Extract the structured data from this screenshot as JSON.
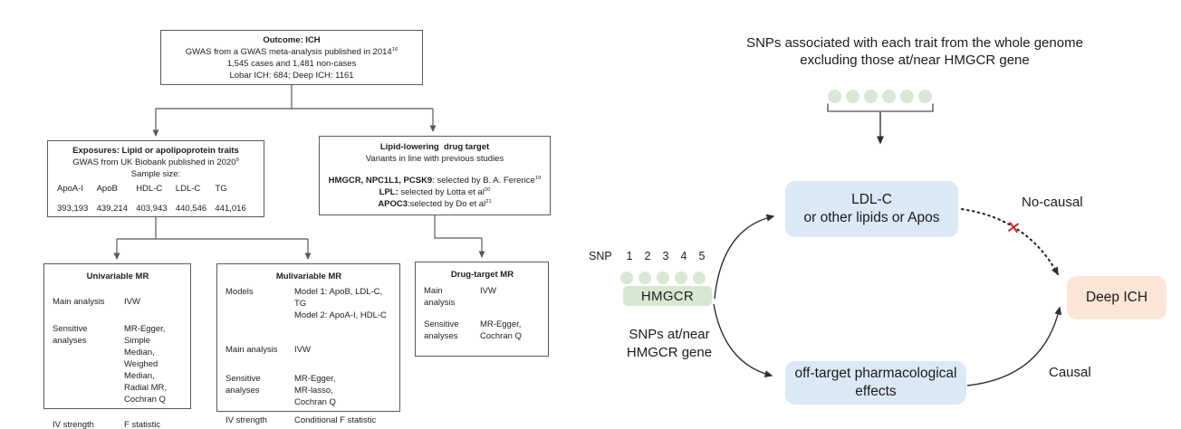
{
  "flowchart": {
    "outcome_box": {
      "title": "Outcome: ICH",
      "line1": "GWAS from a GWAS meta-analysis published in 2014",
      "line1_sup": "16",
      "line2": "1,545 cases and 1,481 non-cases",
      "line3": "Lobar ICH: 684; Deep ICH: 1161"
    },
    "exposures_box": {
      "title": "Exposures: Lipid or apolipoprotein traits",
      "subtitle": "GWAS from UK Biobank published in 2020",
      "subtitle_sup": "9",
      "sample_size_label": "Sample size:",
      "traits": [
        "ApoA-I",
        "ApoB",
        "HDL-C",
        "LDL-C",
        "TG"
      ],
      "sample_sizes": [
        "393,193",
        "439,214",
        "403,943",
        "440,546",
        "441,016"
      ]
    },
    "drug_target_box": {
      "title": "Lipid-lowering  drug target",
      "subtitle": "Variants in line with previous studies",
      "line1_bold": "HMGCR, NPC1L1, PCSK9",
      "line1_rest": ": selected by B. A. Ference",
      "line1_sup": "19",
      "line2_bold": "LPL:",
      "line2_rest": " selected by Lotta et al",
      "line2_sup": "20",
      "line3_bold": "APOC3",
      "line3_rest": ":selected by Do et al",
      "line3_sup": "21"
    },
    "univariable_box": {
      "title": "Univariable MR",
      "rows": [
        {
          "label": "Main analysis",
          "value": "IVW"
        },
        {
          "label": "Sensitive\nanalyses",
          "value": "MR-Egger,\nSimple Median,\nWeighed Median,\nRadial MR,\nCochran Q"
        },
        {
          "label": "IV strength",
          "value": "F statistic"
        }
      ]
    },
    "multivariable_box": {
      "title": "Mulivariable MR",
      "rows": [
        {
          "label": "Models",
          "value": "Model 1: ApoB, LDL-C, TG\nModel 2: ApoA-I, HDL-C"
        },
        {
          "label": "Main analysis",
          "value": "IVW"
        },
        {
          "label": "Sensitive\nanalyses",
          "value": "MR-Egger,\nMR-lasso,\nCochran Q"
        },
        {
          "label": "IV strength",
          "value": "Conditional F statistic"
        }
      ]
    },
    "drug_target_mr_box": {
      "title": "Drug-target MR",
      "rows": [
        {
          "label": "Main\nanalysis",
          "value": "IVW"
        },
        {
          "label": "Sensitive\nanalyses",
          "value": "MR-Egger,\nCochran Q"
        }
      ]
    }
  },
  "dag": {
    "title": "SNPs associated with each trait from the whole genome\nexcluding those at/near HMGCR gene",
    "snp_label": "SNP",
    "snp_numbers": [
      "1",
      "2",
      "3",
      "4",
      "5"
    ],
    "hmgcr_label": "HMGCR",
    "snps_near_label": "SNPs at/near\nHMGCR gene",
    "ldl_box": "LDL-C\nor other lipids or Apos",
    "offtarget_box": "off-target pharmacological\neffects",
    "deep_ich_label": "Deep ICH",
    "no_causal_label": "No-causal",
    "causal_label": "Causal",
    "red_x_glyph": "✕"
  },
  "colors": {
    "snp_green": "#d9e8d1",
    "hmgcr_green": "#d7e7d0",
    "lipid_blue": "#dbe8f5",
    "deep_ich_peach": "#fbe5d7",
    "no_causal_red": "#c42020",
    "flowchart_line_gray": "#595959",
    "dag_line_dark": "#2e2e2e"
  }
}
